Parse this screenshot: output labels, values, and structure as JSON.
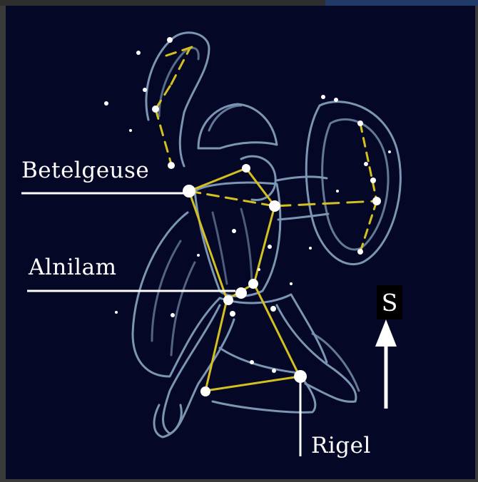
{
  "labels": {
    "betelgeuse": "Betelgeuse",
    "alnilam": "Alnilam",
    "rigel": "Rigel"
  },
  "direction": {
    "letter": "S"
  },
  "colors": {
    "background": "#050726",
    "outline": "#8fb0cc",
    "constellation_lines": "#d4c020",
    "stars": "#ffffff"
  }
}
